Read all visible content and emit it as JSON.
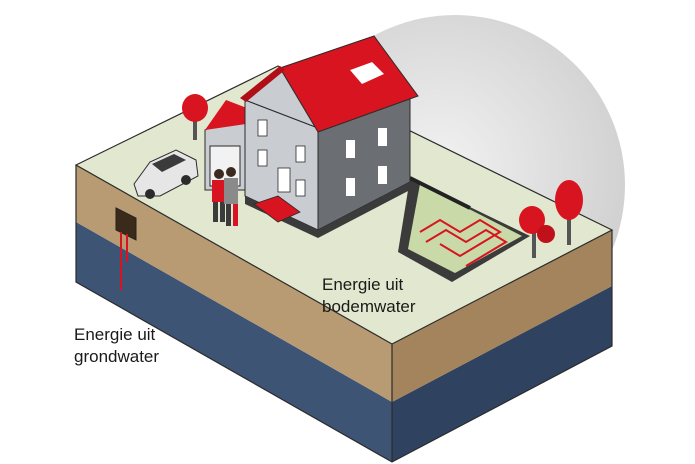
{
  "labels": {
    "bodemwater": [
      "Energie uit",
      "bodemwater"
    ],
    "grondwater": [
      "Energie uit",
      "grondwater"
    ]
  },
  "colors": {
    "grass": "#e2e8cf",
    "soil": "#b89a73",
    "soil_dark": "#a3845c",
    "water_layer": "#3e5474",
    "water_layer_dark": "#2f4260",
    "roof": "#d7141f",
    "wall": "#c9ccd1",
    "wall_dark": "#6b6e73",
    "pipe": "#d7141f",
    "backdrop": "#dcdcdc"
  },
  "icons": [
    "house-icon",
    "garage-icon",
    "car-icon",
    "person-icon",
    "tree-icon",
    "well-icon",
    "ground-collector-icon"
  ]
}
